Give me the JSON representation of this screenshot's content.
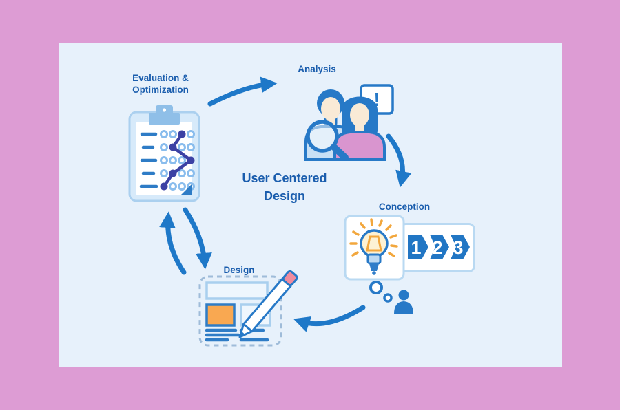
{
  "diagram": {
    "title": "User Centered Design",
    "stages": [
      {
        "id": "evaluation",
        "label": "Evaluation & Optimization"
      },
      {
        "id": "analysis",
        "label": "Analysis",
        "alert": "!"
      },
      {
        "id": "conception",
        "label": "Conception",
        "steps": [
          "1",
          "2",
          "3"
        ]
      },
      {
        "id": "design",
        "label": "Design"
      }
    ]
  },
  "icons": {
    "evaluation": "clipboard-checklist-icon",
    "analysis": [
      "two-users-icon",
      "speech-bubble-exclamation-icon",
      "magnifier-icon"
    ],
    "conception": [
      "lightbulb-icon",
      "steps-123-icon",
      "thought-bubbles-icon",
      "person-silhouette-icon"
    ],
    "design": [
      "wireframe-icon",
      "pencil-icon"
    ],
    "flow": [
      "arrow-eval-to-analysis",
      "arrow-analysis-to-conception",
      "arrow-conception-to-design",
      "arrow-design-to-eval-up",
      "arrow-eval-to-design-down"
    ]
  },
  "colors": {
    "background-pink": "#dd9cd4",
    "panel-blue": "#e7f1fb",
    "accent-blue": "#1e78c8",
    "label-blue": "#1a5dad",
    "indigo-line": "#3c41a4",
    "light-blue-fill": "#c8e0f5",
    "clipboard-fill": "#d7eafa",
    "clip-blue": "#8fbfe8",
    "pink-shirt": "#d995cf",
    "cream-skin": "#f9ead6",
    "orange-block": "#f9a851",
    "ray-orange": "#f2a73d",
    "eraser-pink": "#ef8b9e"
  }
}
